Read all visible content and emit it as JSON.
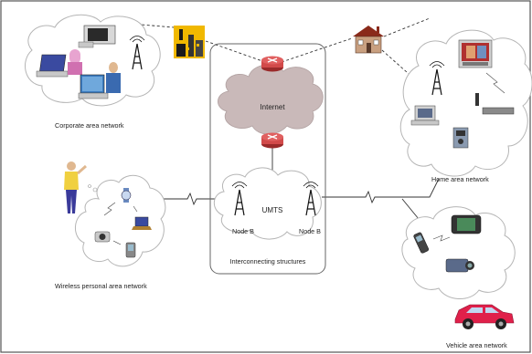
{
  "labels": {
    "corporate": "Corporate area network",
    "home": "Home area network",
    "wpan": "Wireless personal area network",
    "vehicle": "Vehicle area network",
    "internet": "Internet",
    "umts": "UMTS",
    "node_b_left": "Node B",
    "node_b_right": "Node B",
    "interconnecting": "Interconnecting structures"
  },
  "colors": {
    "frame": "#555555",
    "internet_cloud": "#c9b9b9",
    "router": "#d24a4a",
    "building": "#f0b800",
    "car": "#e0204a",
    "house_roof": "#8a2a1a",
    "person_shirt": "#f0d040",
    "person_pants": "#3a3a9a"
  },
  "icons": {
    "router": "router-icon",
    "antenna": "antenna-tower-icon",
    "factory": "factory-building-icon",
    "house": "house-icon",
    "car": "car-icon",
    "phone": "mobile-phone-icon",
    "camera": "camera-icon",
    "pda": "pda-icon",
    "laptop": "laptop-icon",
    "tv": "television-icon",
    "computer": "computer-icon"
  }
}
